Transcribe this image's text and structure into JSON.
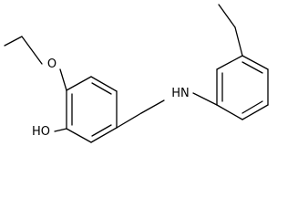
{
  "molecule": {
    "atom_labels": {
      "ether_oxygen": "O",
      "hydroxyl": "HO",
      "amine": "HN"
    },
    "colors": {
      "bond": "#000000",
      "label": "#000000",
      "background": "#ffffff"
    }
  }
}
